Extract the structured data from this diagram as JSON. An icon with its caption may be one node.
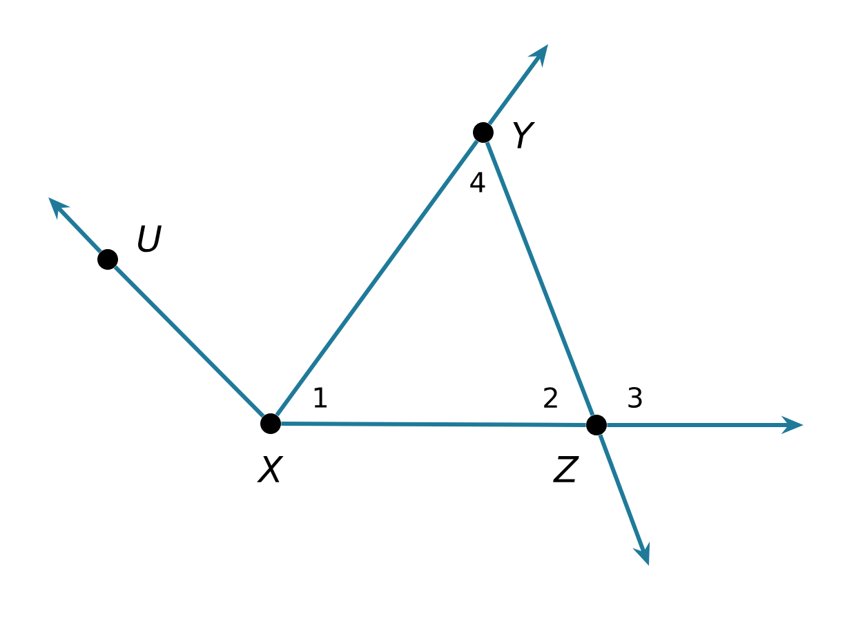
{
  "diagram": {
    "nodes": [
      {
        "text": [],
        "shape": "circle",
        "beside": [
          "U"
        ]
      },
      {
        "text": [],
        "shape": "circle",
        "beside": [
          "X"
        ]
      },
      {
        "text": [],
        "shape": "circle",
        "beside": [
          "Y"
        ]
      },
      {
        "text": [],
        "shape": "circle",
        "beside": [
          "Z"
        ]
      }
    ],
    "edges": [
      {
        "from": 1,
        "to": 0,
        "arrow": "none"
      },
      {
        "from": 0,
        "to": null,
        "arrow": "to"
      },
      {
        "from": 1,
        "to": 2,
        "arrow": "none"
      },
      {
        "from": 2,
        "to": null,
        "arrow": "to"
      },
      {
        "from": 1,
        "to": 3,
        "arrow": "none"
      },
      {
        "from": 3,
        "to": null,
        "arrow": "to"
      },
      {
        "from": 2,
        "to": 3,
        "arrow": "none"
      },
      {
        "from": 3,
        "to": null,
        "arrow": "to"
      }
    ],
    "labels": [
      "4",
      "1",
      "2",
      "3"
    ]
  }
}
